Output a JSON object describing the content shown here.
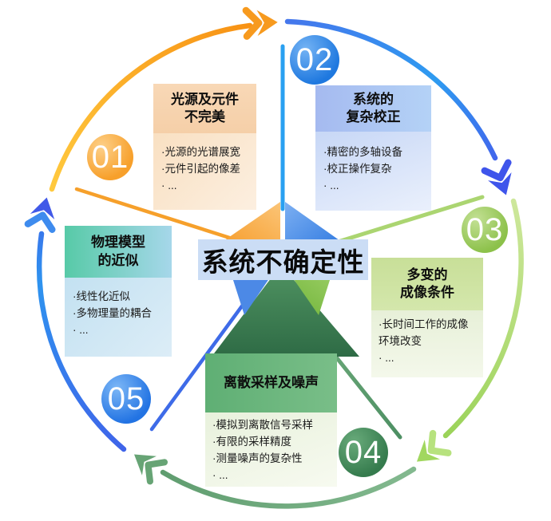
{
  "diagram_title": "系统不确定性",
  "sections": [
    {
      "number": "01",
      "title_lines": [
        "光源及元件",
        "不完美"
      ],
      "items": [
        "·光源的光谱展宽",
        "·元件引起的像差",
        "· ..."
      ]
    },
    {
      "number": "02",
      "title_lines": [
        "系统的",
        "复杂校正"
      ],
      "items": [
        "·精密的多轴设备",
        "·校正操作复杂",
        "· ..."
      ]
    },
    {
      "number": "03",
      "title_lines": [
        "多变的",
        "成像条件"
      ],
      "items": [
        "·长时间工作的成像环境改变",
        "· ..."
      ]
    },
    {
      "number": "04",
      "title_lines": [
        "离散采样及噪声"
      ],
      "items": [
        "·模拟到离散信号采样",
        "·有限的采样精度",
        "·测量噪声的复杂性",
        "· ..."
      ]
    },
    {
      "number": "05",
      "title_lines": [
        "物理模型",
        "的近似"
      ],
      "items": [
        "·线性化近似",
        "·多物理量的耦合",
        "· ..."
      ]
    }
  ],
  "colors": {
    "step_01_orange": "#F79B1C",
    "step_02_blue": "#2E86E9",
    "step_03_light_green": "#8FC34C",
    "step_04_dark_green": "#3F8A58",
    "step_05_blue": "#2F80ED",
    "center_panel_blue": "#CBDDF5"
  }
}
